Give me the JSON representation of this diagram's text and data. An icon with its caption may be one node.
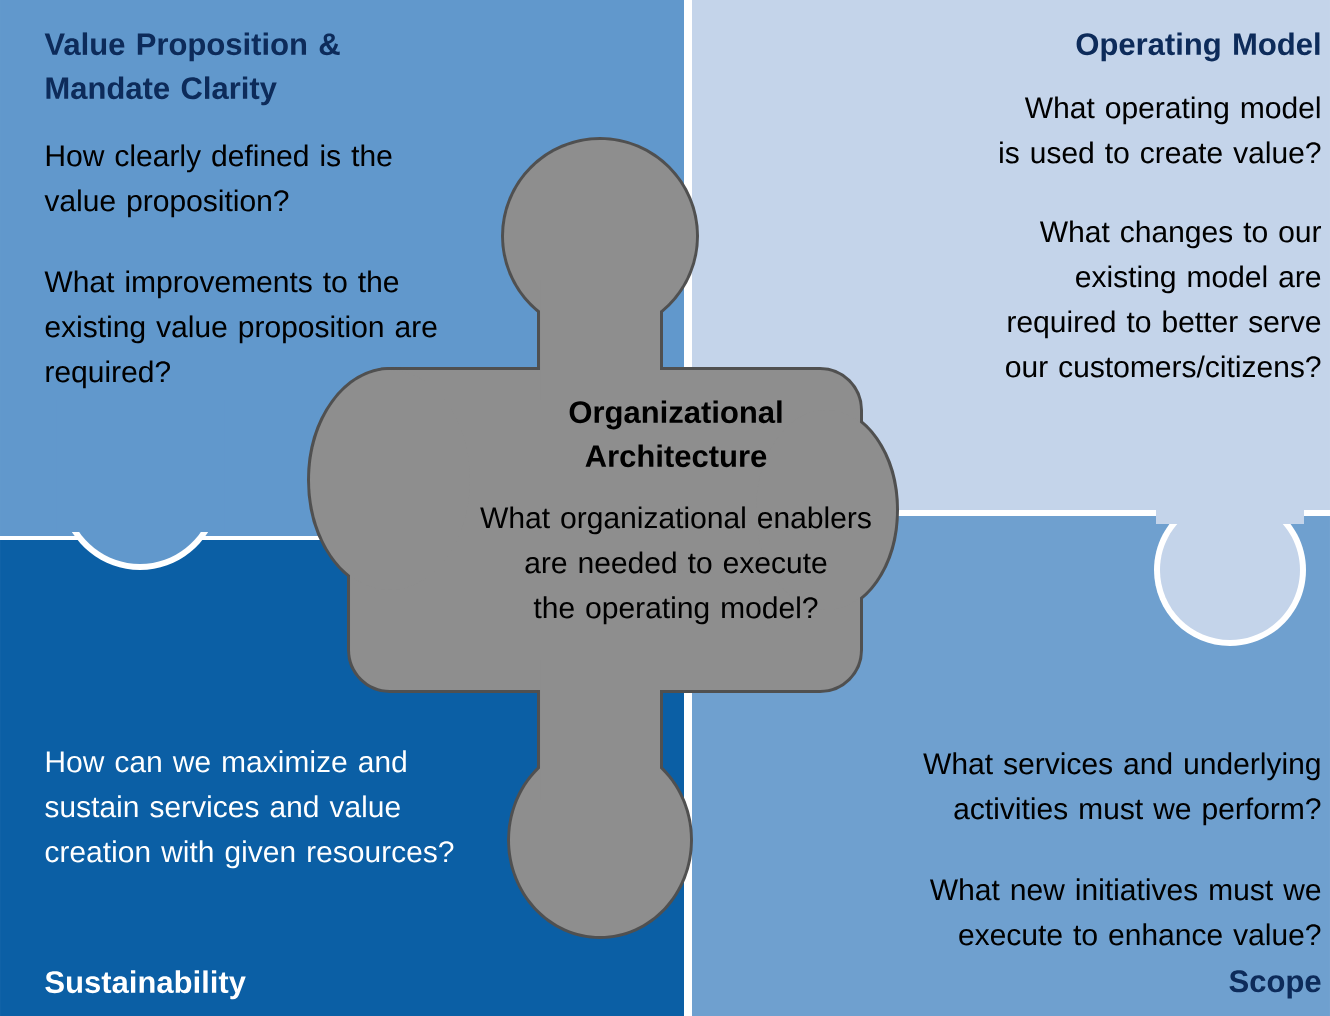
{
  "diagram": {
    "nodes": [
      {
        "text": [
          "Value Proposition & Mandate Clarity",
          "How clearly defined is the value proposition?",
          "What improvements to the existing value proposition are required?"
        ]
      },
      {
        "text": [
          "Operating Model",
          "What operating model is used to create value?",
          "What changes to our existing model are required to better serve our customers/citizens?"
        ]
      },
      {
        "text": [
          "Organizational Architecture",
          "What organizational enablers are needed to execute the operating model?"
        ]
      },
      {
        "text": [
          "How can we maximize and sustain services and value creation with given resources?",
          "Sustainability"
        ]
      },
      {
        "text": [
          "What services and underlying activities must we perform?",
          "What new initiatives must we execute to enhance value?",
          "Scope"
        ]
      }
    ]
  }
}
